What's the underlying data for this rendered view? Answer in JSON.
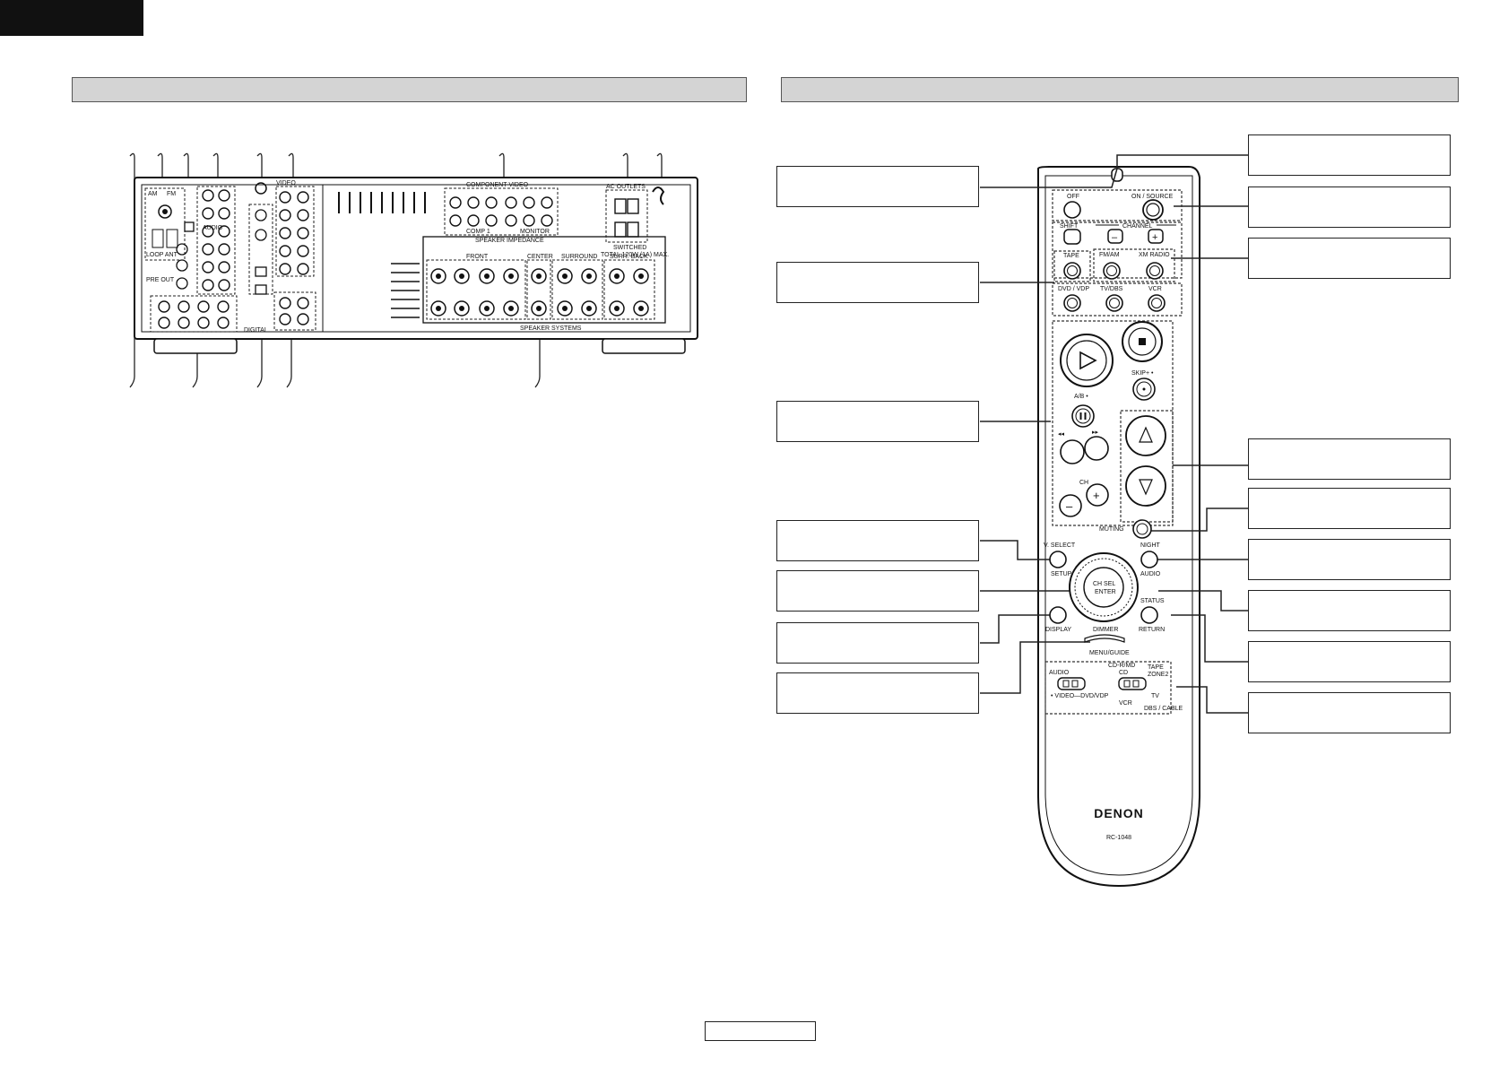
{
  "remote": {
    "buttons": {
      "off": "OFF",
      "on_source": "ON / SOURCE",
      "shift": "SHIFT",
      "channel": "CHANNEL",
      "fm_am": "FM/AM",
      "xm_radio": "XM RADIO",
      "tape": "TAPE",
      "dvd_vdp": "DVD / VDP",
      "tv_dbs": "TV/DBS",
      "vcr": "VCR",
      "skip_plus": "SKIP+ •",
      "ab": "A/B •",
      "ch": "CH",
      "muting": "MUTING",
      "v_select": "V. SELECT",
      "setup": "SETUP",
      "night": "NIGHT",
      "audio_btn": "AUDIO",
      "ch_sel": "CH SEL",
      "enter": "ENTER",
      "display": "DISPLAY",
      "status": "STATUS",
      "return": "RETURN",
      "dimmer": "DIMMER",
      "menu_guide": "MENU/GUIDE"
    },
    "switch_panel": {
      "audio": "AUDIO",
      "cd_r_md": "CD-R/MD",
      "cd": "CD",
      "tape": "TAPE",
      "zone2": "ZONE2",
      "video_dvd_vdp": "• VIDEO—DVD/VDP",
      "vcr": "VCR",
      "tv": "TV",
      "dbs_cable": "DBS / CABLE"
    },
    "brand": "DENON",
    "model": "RC-1048"
  },
  "receiver": {
    "labels": {
      "am": "AM",
      "fm": "FM",
      "loop_ant": "LOOP ANT",
      "pre_out": "PRE OUT",
      "component_video": "COMPONENT VIDEO",
      "speaker_impedance": "SPEAKER IMPEDANCE",
      "front": "FRONT",
      "center": "CENTER",
      "surround": "SURROUND",
      "surr_back": "SURR. BACK",
      "speaker_systems": "SPEAKER SYSTEMS",
      "ac_outlets": "AC OUTLETS",
      "switched": "SWITCHED",
      "total_max": "TOTAL 120W (1A) MAX.",
      "audio": "AUDIO",
      "video": "VIDEO",
      "monitor": "MONITOR",
      "comp1": "COMP 1",
      "digital": "DIGITAL"
    }
  }
}
